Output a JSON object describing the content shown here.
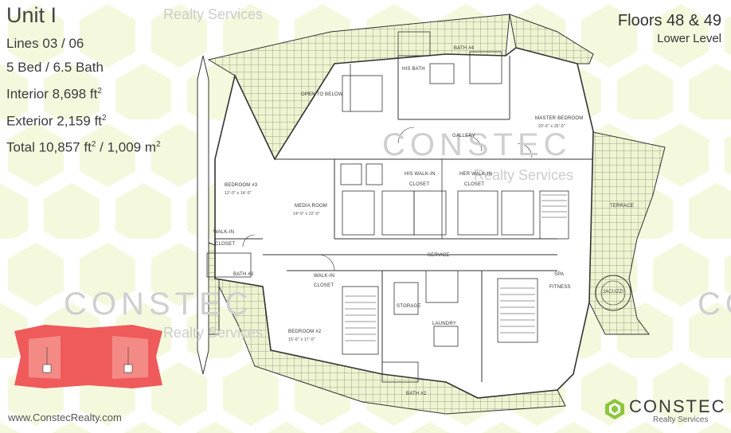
{
  "unit": {
    "title": "Unit I",
    "lines_label": "Lines ",
    "lines_value": "03 / 06",
    "bed_bath_value": "5 Bed / 6.5 Bath",
    "interior_label": "Interior ",
    "interior_value": "8,698",
    "exterior_label": "Exterior ",
    "exterior_value": "2,159",
    "total_label": "Total ",
    "total_value_ft": "10,857",
    "total_value_m": "1,009",
    "ft_unit": "ft",
    "m_unit": "m",
    "sup2": "2",
    "slash": " / "
  },
  "floors": {
    "title": "Floors 48 & 49",
    "level": "Lower Level"
  },
  "website": "www.ConstecRealty.com",
  "brand": {
    "name": "CONSTEC",
    "tagline": "Realty Services",
    "color": "#8dc63f"
  },
  "watermark": {
    "name": "CONSTEC",
    "tagline": "Realty Services"
  },
  "rooms": {
    "open_to_below": "OPEN TO BELOW",
    "his_bath": "HIS BATH",
    "bath_4": "BATH #4",
    "gallery": "GALLERY",
    "master_bedroom": "MASTER BEDROOM",
    "master_dim": "20'-6\" x 25'-0\"",
    "his_closet_1": "HIS WALK-IN",
    "his_closet_2": "CLOSET",
    "her_closet_1": "HER WALK-IN",
    "her_closet_2": "CLOSET",
    "bedroom3": "BEDROOM #3",
    "bedroom3_dim": "12'-0\" x 14'-0\"",
    "media_room": "MEDIA ROOM",
    "media_dim": "14'-9\" x 22'-0\"",
    "terrace": "TERRACE",
    "walkin_1": "WALK-IN",
    "walkin_2": "CLOSET",
    "bath3": "BATH #3",
    "service": "SERVICE",
    "walkin2_1": "WALK-IN",
    "walkin2_2": "CLOSET",
    "spa": "SPA",
    "fitness": "FITNESS",
    "storage": "STORAGE",
    "jacuzzi": "JACUZZI",
    "laundry": "LAUNDRY",
    "bedroom2": "BEDROOM #2",
    "bedroom2_dim": "15'-6\" x 17'-0\"",
    "bath2": "BATH #2"
  },
  "colors": {
    "accent_green": "#8dc63f",
    "terrace_fill": "#f2f6d8",
    "hex_pattern": "#f3f8dc",
    "keyplan_red": "#ef5a5a",
    "keyplan_highlight": "#f48a86"
  }
}
